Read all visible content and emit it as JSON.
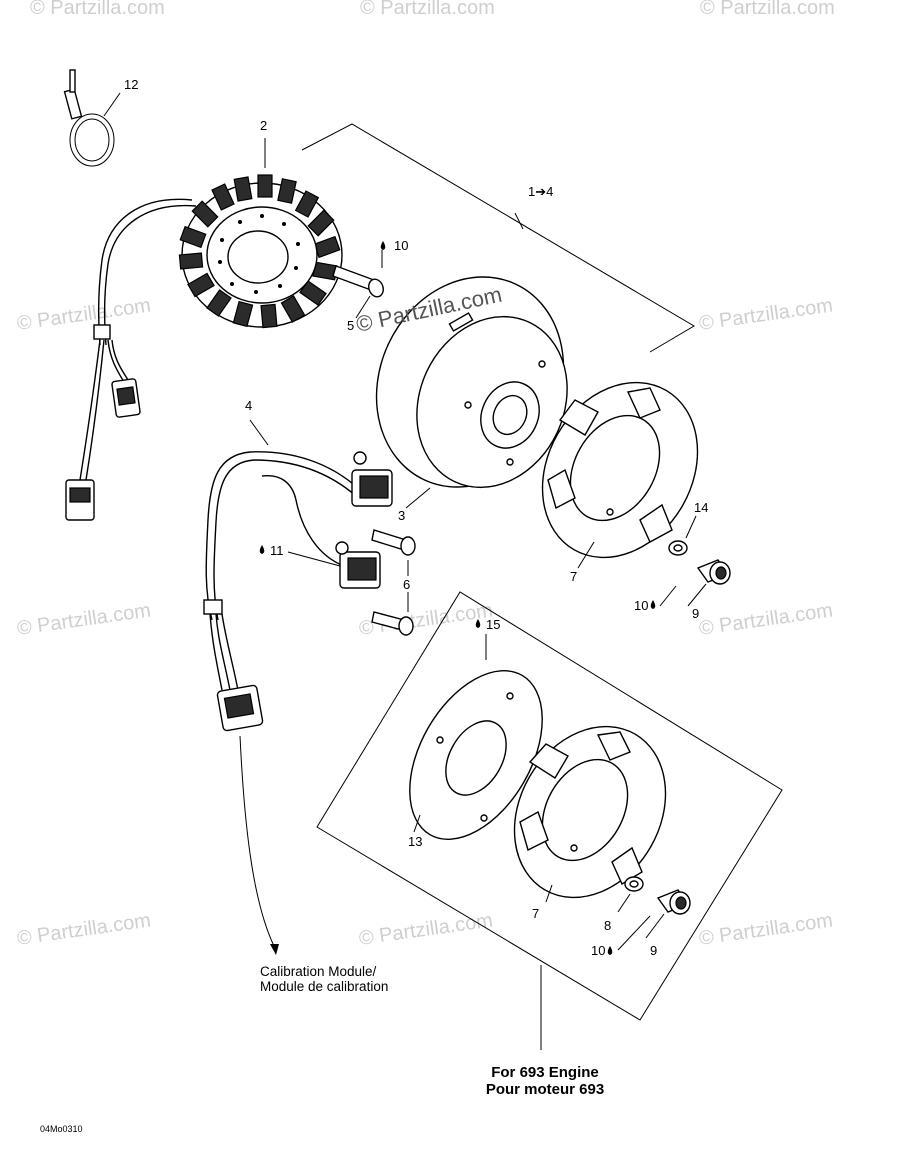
{
  "watermarks": {
    "main": "© Partzilla.com",
    "repeat": "© Partzilla.com"
  },
  "callouts": {
    "c12": "12",
    "c2": "2",
    "c1to4": "1➔4",
    "c10_top": "10",
    "c5": "5",
    "c4": "4",
    "c3": "3",
    "c11": "11",
    "c6": "6",
    "c14": "14",
    "c7_top": "7",
    "c10_mid": "10",
    "c9_mid": "9",
    "c15": "15",
    "c13": "13",
    "c7_bottom": "7",
    "c8": "8",
    "c10_bottom": "10",
    "c9_bottom": "9"
  },
  "captions": {
    "calibration_line1": "Calibration Module/",
    "calibration_line2": "Module de calibration",
    "engine_line1": "For 693 Engine",
    "engine_line2": "Pour moteur 693",
    "code": "04Mo0310"
  },
  "icons": {
    "adhesive": "drop-icon"
  }
}
